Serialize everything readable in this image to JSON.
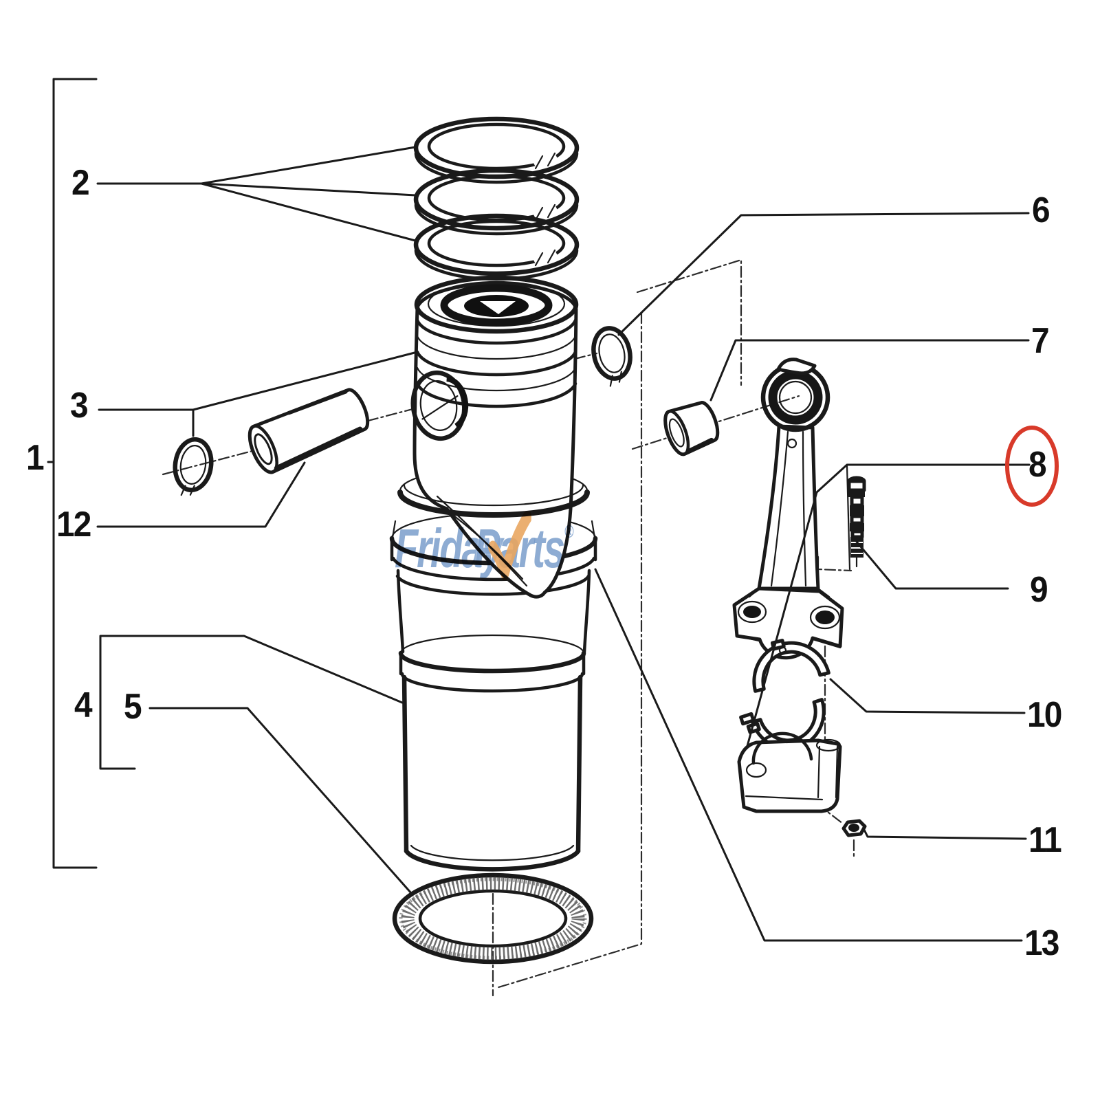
{
  "watermark": {
    "word1": "Friday",
    "word2": "Parts",
    "registered": "®",
    "blue": "#6c94c6",
    "orange": "#e8a158"
  },
  "highlight": {
    "circled_item": "8",
    "color": "#d83a2a"
  },
  "drawing": {
    "ink": "#1a1a1a",
    "background": "#ffffff"
  },
  "callouts": {
    "c1": {
      "label": "1"
    },
    "c2": {
      "label": "2"
    },
    "c3": {
      "label": "3"
    },
    "c4": {
      "label": "4"
    },
    "c5": {
      "label": "5"
    },
    "c6": {
      "label": "6"
    },
    "c7": {
      "label": "7"
    },
    "c8": {
      "label": "8"
    },
    "c9": {
      "label": "9"
    },
    "c10": {
      "label": "10"
    },
    "c11": {
      "label": "11"
    },
    "c12": {
      "label": "12"
    },
    "c13": {
      "label": "13"
    }
  }
}
